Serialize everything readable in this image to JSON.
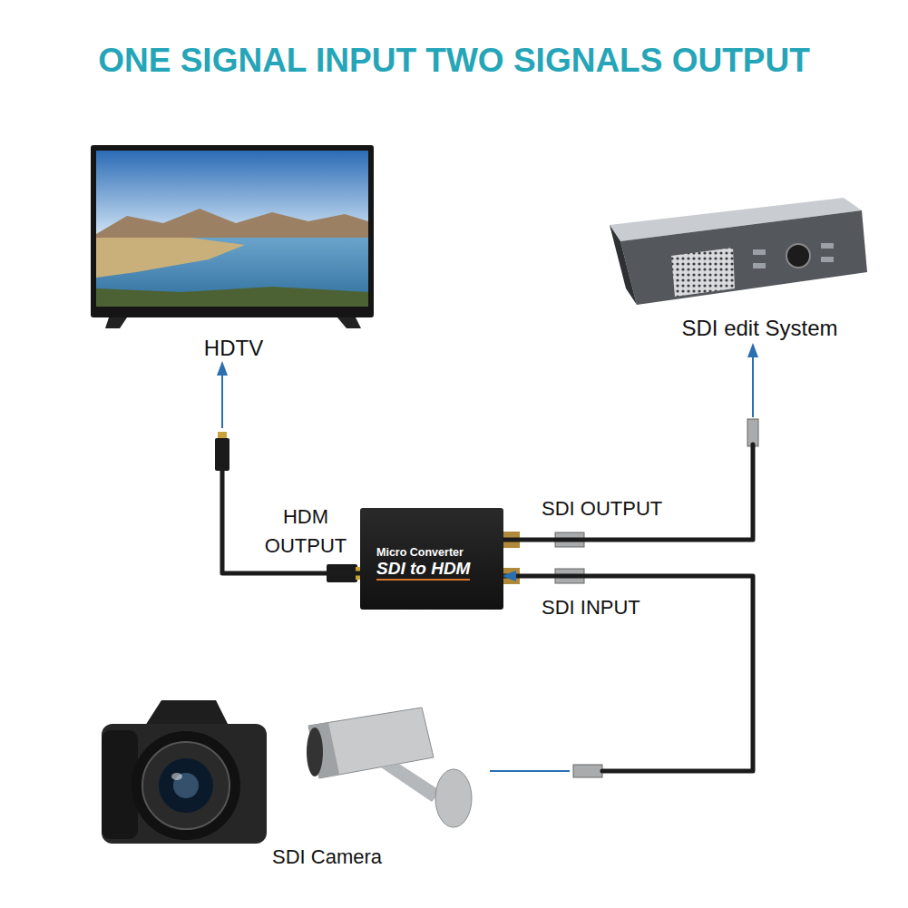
{
  "diagram": {
    "title": "ONE SIGNAL INPUT TWO SIGNALS OUTPUT",
    "nodes": [
      {
        "text": [
          "HDTV"
        ]
      },
      {
        "text": [
          "SDI edit System"
        ]
      },
      {
        "text": [
          "Micro Converter",
          "SDI to HDM"
        ]
      },
      {
        "text": [
          "SDI Camera"
        ]
      }
    ],
    "edges": [
      {
        "from": 2,
        "to": 0,
        "arrow": "to",
        "label": "HDM OUTPUT"
      },
      {
        "from": 2,
        "to": 1,
        "arrow": "to",
        "label": "SDI OUTPUT"
      },
      {
        "from": 3,
        "to": 2,
        "arrow": "to",
        "label": "SDI INPUT"
      }
    ]
  }
}
